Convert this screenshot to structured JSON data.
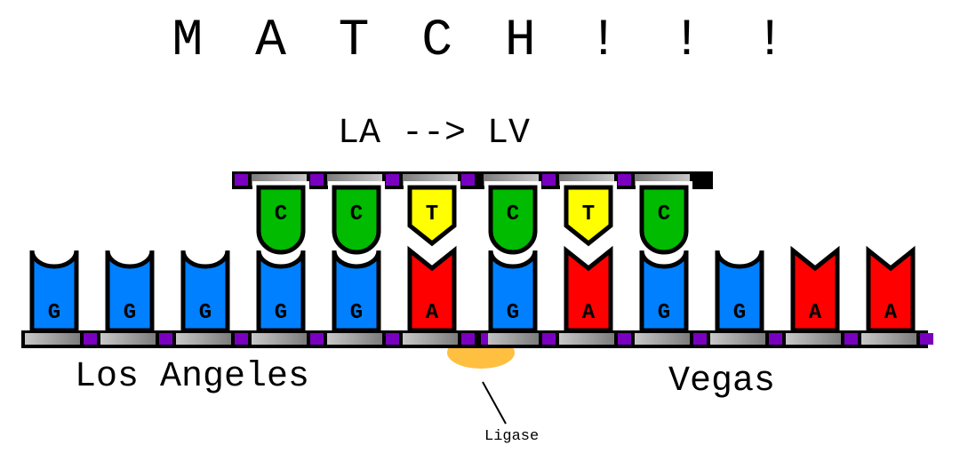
{
  "title": "M A T C H ! ! !",
  "subtitle": "LA --> LV",
  "labels": {
    "left_strand": "Los Angeles",
    "right_strand": "Vegas",
    "enzyme": "Ligase"
  },
  "colors": {
    "G": "#0080ff",
    "A": "#ff0000",
    "C": "#00bb00",
    "T": "#ffff00",
    "linker": "#7a00c0",
    "ligase": "#ffbf40",
    "sugar_light": "#c8c8c8",
    "sugar_dark": "#808080"
  },
  "bottom_strand": {
    "bases": [
      "G",
      "G",
      "G",
      "G",
      "G",
      "A",
      "G",
      "A",
      "G",
      "G",
      "A",
      "A"
    ],
    "nick_after_index": 5
  },
  "top_strand": {
    "bases": [
      "C",
      "C",
      "T",
      "C",
      "T",
      "C"
    ],
    "pairs_with_bottom_start_index": 3
  }
}
